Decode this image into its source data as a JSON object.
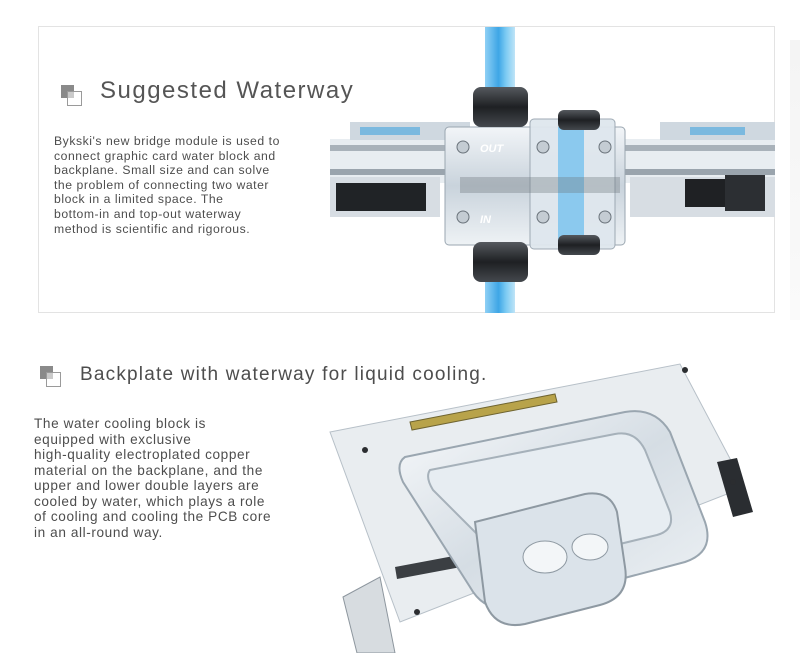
{
  "section1": {
    "title": "Suggested Waterway",
    "icon": "overlapping-squares-icon",
    "paragraph_lines": [
      "Bykski's new bridge module is used to",
      "connect graphic card water block and",
      "backplane. Small size and can solve",
      "the problem of connecting two water",
      "block in a limited space. The",
      "bottom-in and top-out waterway",
      "method is scientific and rigorous."
    ],
    "module_labels": {
      "out": "OUT",
      "in": "IN"
    }
  },
  "section2": {
    "title": "Backplate with waterway for liquid cooling.",
    "icon": "overlapping-squares-icon",
    "paragraph_lines": [
      "The water cooling block is",
      "equipped with exclusive",
      "high-quality electroplated copper",
      "material on the backplane, and the",
      "upper and lower double layers are",
      "cooled by water, which plays a role",
      "of cooling and cooling the PCB core",
      "in an all-round way."
    ]
  },
  "colors": {
    "tube_blue": "#4fb3ec",
    "acrylic": "#dfe7ee",
    "metal_dark": "#2b2d30",
    "text": "#4d4d4d"
  }
}
